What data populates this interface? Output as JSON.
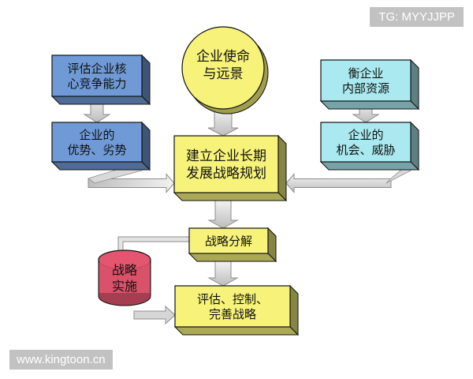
{
  "diagram": {
    "title": "",
    "nodes": [
      {
        "id": "core_competence",
        "lines": [
          "评估企业核",
          "心竞争能力"
        ],
        "color": "#6f9ad6",
        "shape": "box"
      },
      {
        "id": "strengths",
        "lines": [
          "企业的",
          "优势、劣势"
        ],
        "color": "#6f9ad6",
        "shape": "box"
      },
      {
        "id": "mission",
        "lines": [
          "企业使命",
          "与远景"
        ],
        "color": "#f6f27a",
        "shape": "circle"
      },
      {
        "id": "resources",
        "lines": [
          "衡企业",
          "内部资源"
        ],
        "color": "#a9e9ef",
        "shape": "box"
      },
      {
        "id": "opportunities",
        "lines": [
          "企业的",
          "机会、威胁"
        ],
        "color": "#a9e9ef",
        "shape": "box"
      },
      {
        "id": "strategy",
        "lines": [
          "建立企业长期",
          "发展战略规划"
        ],
        "color": "#f6f27a",
        "shape": "box"
      },
      {
        "id": "decompose",
        "lines": [
          "战略分解"
        ],
        "color": "#f6f27a",
        "shape": "box"
      },
      {
        "id": "implement",
        "lines": [
          "战略",
          "实施"
        ],
        "color": "#e4566f",
        "shape": "cylinder"
      },
      {
        "id": "evaluate",
        "lines": [
          "评估、控制、",
          "完善战略"
        ],
        "color": "#f6f27a",
        "shape": "box"
      }
    ],
    "edges": [
      {
        "from": "core_competence",
        "to": "strengths"
      },
      {
        "from": "resources",
        "to": "opportunities"
      },
      {
        "from": "mission",
        "to": "strategy"
      },
      {
        "from": "strengths",
        "to": "strategy"
      },
      {
        "from": "opportunities",
        "to": "strategy"
      },
      {
        "from": "strategy",
        "to": "decompose"
      },
      {
        "from": "decompose",
        "to": "evaluate"
      },
      {
        "from": "decompose",
        "to": "implement"
      },
      {
        "from": "implement",
        "to": "evaluate"
      }
    ]
  },
  "watermarks": {
    "top_right": "TG: MYYJJPP",
    "bottom_left": "www.kingtoon.cn"
  },
  "colors": {
    "arrow_light": "#e6e6e6",
    "arrow_dark": "#8d8d8d",
    "outline": "#111111"
  }
}
